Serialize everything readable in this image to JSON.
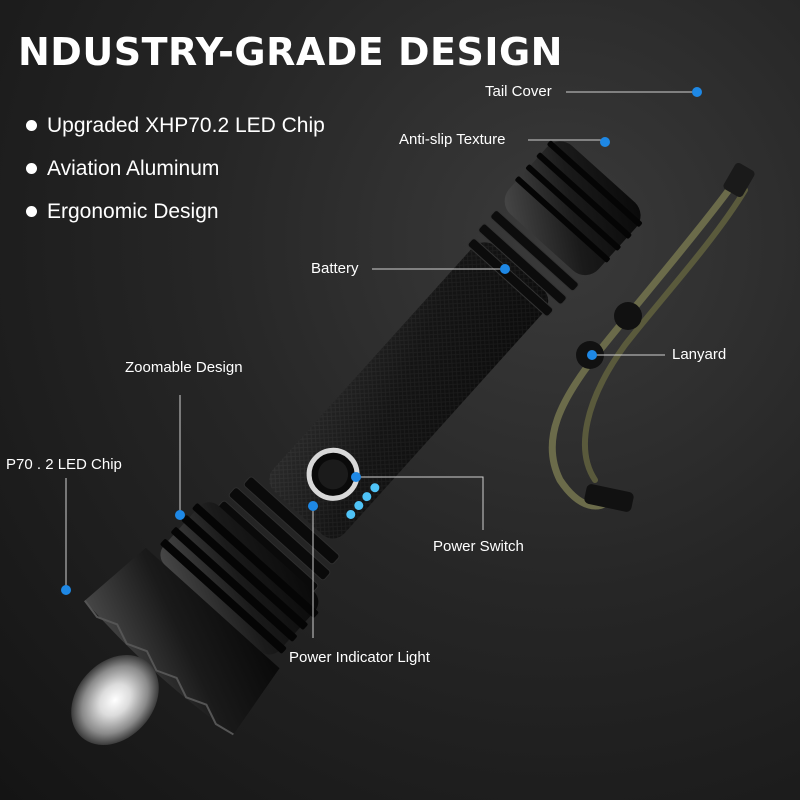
{
  "title": "NDUSTRY-GRADE DESIGN",
  "features": [
    "Upgraded XHP70.2 LED Chip",
    "Aviation Aluminum",
    "Ergonomic Design"
  ],
  "callouts": {
    "tail_cover": "Tail Cover",
    "anti_slip": "Anti-slip Texture",
    "battery": "Battery",
    "lanyard": "Lanyard",
    "zoomable": "Zoomable Design",
    "led_chip": "P70 . 2 LED Chip",
    "power_switch": "Power Switch",
    "power_indicator": "Power Indicator Light"
  },
  "colors": {
    "callout_dot": "#1e88e5",
    "indicator_led": "#4fc3f7",
    "lanyard_cord": "#6b6b4a"
  }
}
